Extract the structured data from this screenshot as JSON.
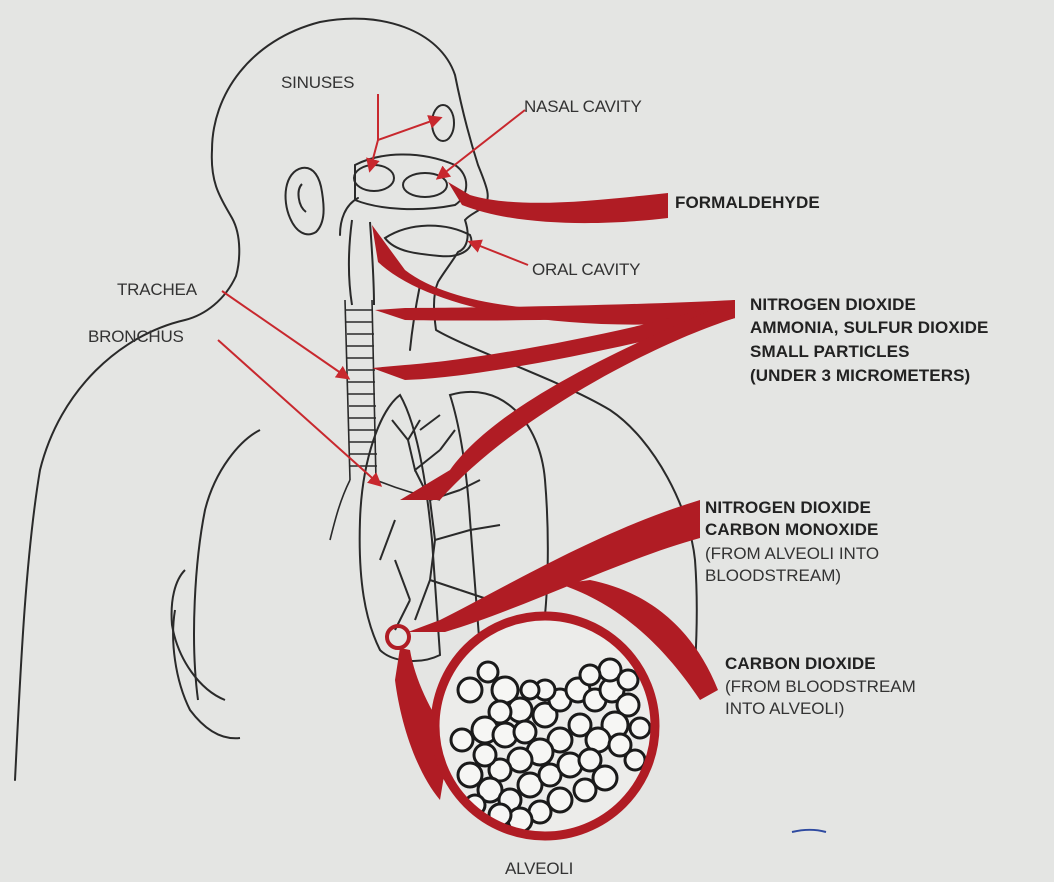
{
  "colors": {
    "background": "#e4e5e3",
    "outline": "#2a2a2a",
    "arrow": "#b01c24"
  },
  "labels": {
    "sinuses": "SINUSES",
    "nasal_cavity": "NASAL CAVITY",
    "oral_cavity": "ORAL CAVITY",
    "trachea": "TRACHEA",
    "bronchus": "BRONCHUS",
    "alveoli": "ALVEOLI"
  },
  "pollutants": {
    "upper": "FORMALDEHYDE",
    "middle": [
      "NITROGEN DIOXIDE",
      "AMMONIA, SULFUR DIOXIDE",
      "SMALL PARTICLES",
      "(UNDER 3 MICROMETERS)"
    ],
    "deep": {
      "lines": [
        "NITROGEN DIOXIDE",
        "CARBON MONOXIDE"
      ],
      "note": [
        "(FROM ALVEOLI INTO",
        "BLOODSTREAM)"
      ]
    },
    "exhaled": {
      "line": "CARBON DIOXIDE",
      "note": [
        "(FROM BLOODSTREAM",
        "INTO ALVEOLI)"
      ]
    }
  }
}
